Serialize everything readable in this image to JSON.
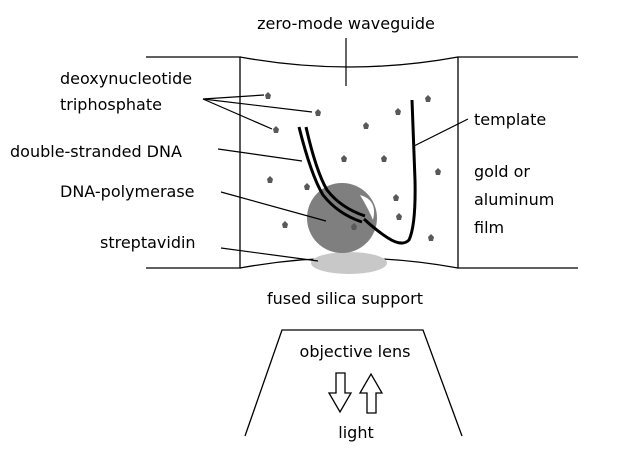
{
  "labels": {
    "zmw": "zero-mode waveguide",
    "dntp_line1": "deoxynucleotide",
    "dntp_line2": "triphosphate",
    "dsdna": "double-stranded DNA",
    "polymerase": "DNA-polymerase",
    "streptavidin": "streptavidin",
    "template": "template",
    "film_line1": "gold or",
    "film_line2": "aluminum",
    "film_line3": "film",
    "support": "fused silica support",
    "objective": "objective lens",
    "light": "light"
  },
  "colors": {
    "line": "#000000",
    "polymerase": "#7f7f7f",
    "streptavidin": "#c8c8c8",
    "dntp": "#595959",
    "background": "#ffffff"
  },
  "icons": {
    "down_arrow": "hollow-down-arrow",
    "up_arrow": "hollow-up-arrow",
    "dntp": "pentagon-molecule"
  }
}
